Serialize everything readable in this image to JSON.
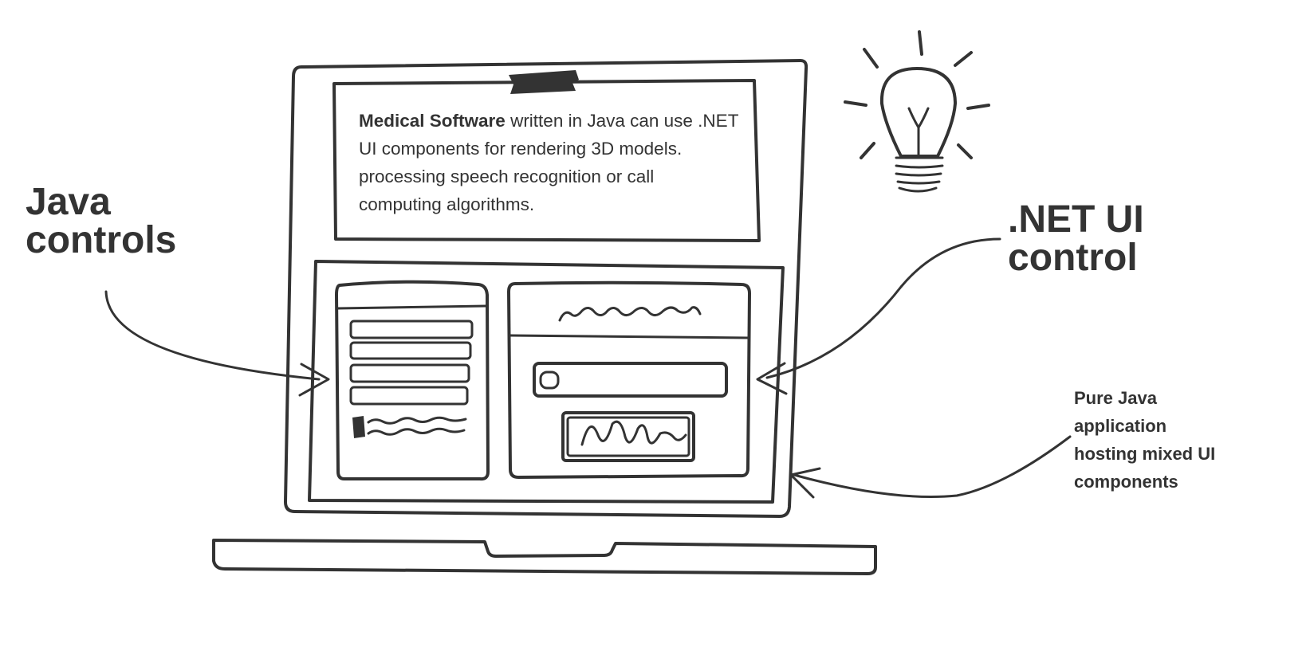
{
  "note": {
    "bold_text": "Medical Software",
    "body_text": " written in Java can use .NET UI components for rendering 3D models. processing speech recognition or call computing algorithms."
  },
  "labels": {
    "java_controls": "Java\ncontrols",
    "net_control": ".NET UI\ncontrol",
    "pure_java": "Pure Java\napplication\nhosting mixed UI\ncomponents"
  },
  "colors": {
    "ink": "#333333",
    "background": "#ffffff"
  }
}
